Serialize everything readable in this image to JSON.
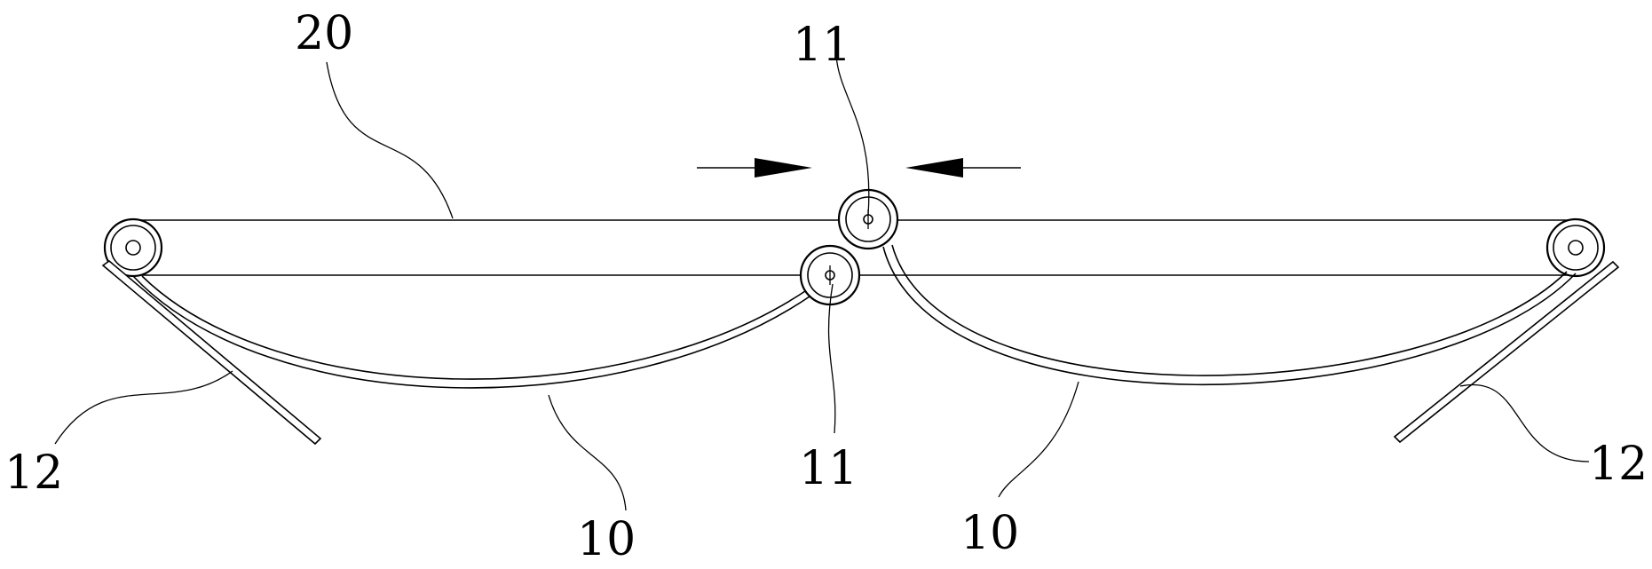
{
  "labels": {
    "belt": "20",
    "roller_upper": "11",
    "roller_lower": "11",
    "arc_left": "10",
    "arc_right": "10",
    "plate_left": "12",
    "plate_right": "12"
  },
  "colors": {
    "stroke": "#000000",
    "background": "#ffffff"
  }
}
